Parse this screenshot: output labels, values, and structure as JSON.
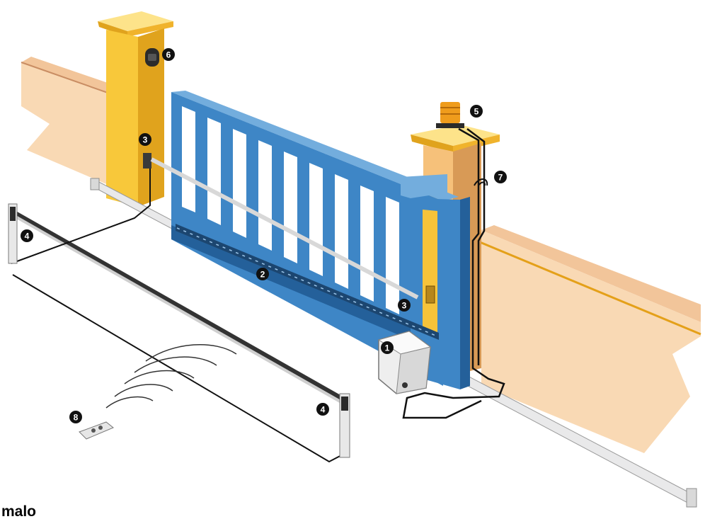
{
  "colors": {
    "wall_top": "#f2c59a",
    "wall_face": "#f9d9b4",
    "wall_edge": "#c98d63",
    "pillar_front": "#f8c83a",
    "pillar_side": "#e0a31d",
    "pillar_top": "#fde38a",
    "gate": "#3e86c6",
    "gate_dark": "#24609a",
    "gate_light": "#73addd",
    "rail": "#e9e9ea",
    "cable": "#111111",
    "motor": "#eeeeee",
    "lamp": "#ef9c1c",
    "badge": "#111111"
  },
  "components": [
    {
      "number": "1",
      "name": "motor-unit"
    },
    {
      "number": "2",
      "name": "gear-rack"
    },
    {
      "number": "3",
      "name": "photocell-post"
    },
    {
      "number": "3",
      "name": "photocell-pillar"
    },
    {
      "number": "4",
      "name": "photocell-column-left"
    },
    {
      "number": "4",
      "name": "photocell-column-right"
    },
    {
      "number": "5",
      "name": "flashing-lamp"
    },
    {
      "number": "6",
      "name": "key-selector"
    },
    {
      "number": "7",
      "name": "antenna"
    },
    {
      "number": "8",
      "name": "remote-control"
    }
  ],
  "caption": "malo"
}
